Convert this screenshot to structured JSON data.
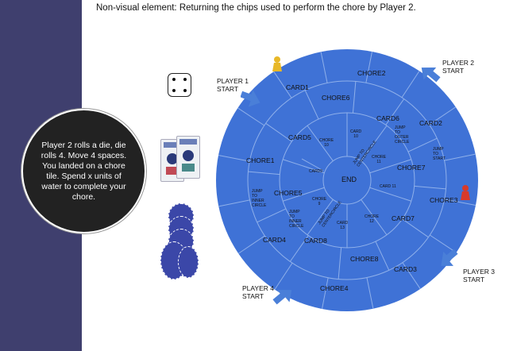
{
  "caption": "Non-visual element: Returning the chips used to perform the chore by Player 2.",
  "bubble_text": "Player 2 rolls a die, die rolls 4. Move 4 spaces. You landed on a chore tile. Spend x units of water to complete your chore.",
  "colors": {
    "sidebar": "#3f3f6e",
    "board": "#3f72d6",
    "board_lines": "#8fb0ea",
    "arrow": "#4a7fd8",
    "pawn_yellow": "#e8b828",
    "pawn_red": "#d83a2a",
    "chip": "#3b47a8"
  },
  "icons": {
    "die": "die-icon",
    "cards": "card-deck-icon",
    "chips": "poker-chips-icon",
    "pawn": "pawn-icon",
    "arrow": "start-arrow-icon"
  },
  "players": {
    "p1": "PLAYER 1\nSTART",
    "p2": "PLAYER 2\nSTART",
    "p3": "PLAYER 3\nSTART",
    "p4": "PLAYER 4\nSTART"
  },
  "board": {
    "center": "END",
    "outer": {
      "card1": "CARD1",
      "chore2": "CHORE2",
      "card2": "CARD2",
      "chore3": "CHORE3",
      "card3": "CARD3",
      "chore4": "CHORE4",
      "card4": "CARD4",
      "chore1": "CHORE1"
    },
    "middle": {
      "chore6": "CHORE6",
      "card6": "CARD6",
      "jump_outer_a": "JUMP\nTO\nOUTER\nCIRCLE",
      "jump_outer_b": "JUMP\nTO\nSTART",
      "chore7": "CHORE7",
      "card7": "CARD7",
      "chore8": "CHORE8",
      "card8": "CARD8",
      "jump_inner_a": "JUMP\nTO\nINNER\nCIRCLE",
      "chore5": "CHORE5",
      "card5": "CARD5",
      "jump_inner_b": "JUMP\nTO\nINNER\nCIRCLE"
    },
    "inner": {
      "card10": "CARD\n10",
      "jump_center_a": "JUMP TO\nCENTERCIRCLE",
      "chore11": "CHORE\n11",
      "card11": "CARD 11",
      "chore12": "CHORE\n12",
      "card13": "CARD\n13",
      "jump_center_b": "JUMP TO\nCENTERCIRCLE",
      "chore9": "CHORE\n9",
      "card9": "CARD9",
      "chore10": "CHORE\n10"
    }
  }
}
